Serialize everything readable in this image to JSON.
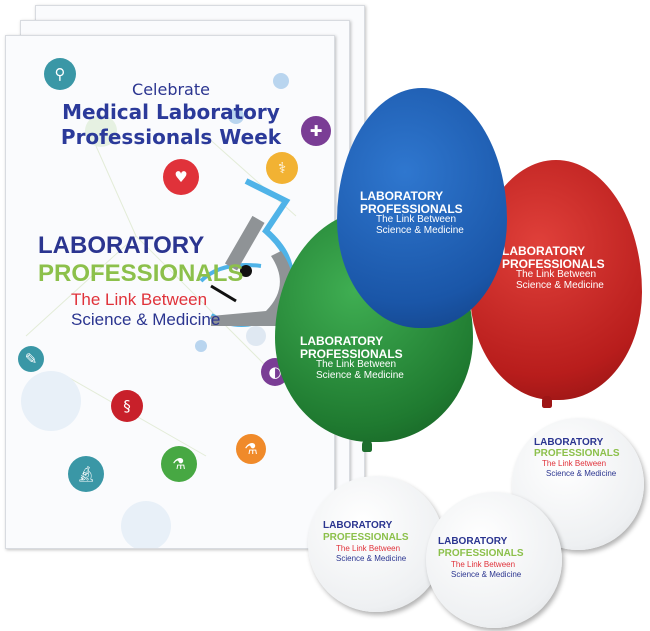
{
  "poster": {
    "celebrate": "Celebrate",
    "line1": "Medical Laboratory",
    "line2": "Professionals Week"
  },
  "logo": {
    "word1": "LABORATORY",
    "word2": "PROFESSIONALS",
    "tag1": "The Link Between",
    "tag2": "Science & Medicine"
  },
  "colors": {
    "navy": "#2b3590",
    "green": "#8cc04b",
    "red": "#e0323a",
    "balloon_blue": "#1f5fb5",
    "balloon_green": "#2a8a3c",
    "balloon_red": "#c8201f",
    "flask": "#4fb3e8"
  }
}
